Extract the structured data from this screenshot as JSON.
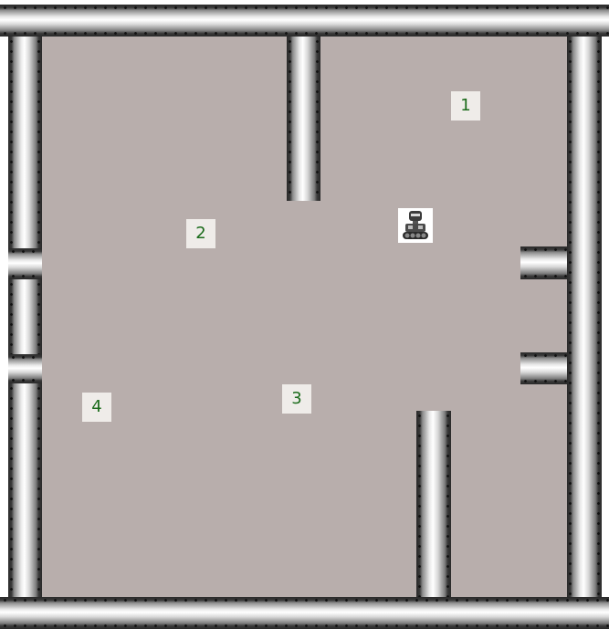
{
  "environment": {
    "floor_color": "#b8aeac",
    "zone_label_color": "#1b6b1b"
  },
  "zones": [
    {
      "label": "1"
    },
    {
      "label": "2"
    },
    {
      "label": "3"
    },
    {
      "label": "4"
    }
  ],
  "agent": {
    "icon": "robot-icon"
  }
}
